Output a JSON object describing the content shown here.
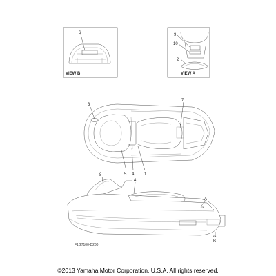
{
  "views": {
    "view_b": {
      "label": "VIEW B",
      "callouts": [
        "6"
      ]
    },
    "view_a": {
      "label": "VIEW A",
      "callouts": [
        "9",
        "10",
        "2"
      ]
    }
  },
  "top_view": {
    "callouts": [
      "3",
      "7",
      "5",
      "4",
      "1"
    ]
  },
  "side_view": {
    "callouts": [
      "8",
      "4",
      "A",
      "B"
    ]
  },
  "drawing_code": "F1G7100-D280",
  "copyright": "©2013 Yamaha Motor Corporation, U.S.A. All rights reserved."
}
